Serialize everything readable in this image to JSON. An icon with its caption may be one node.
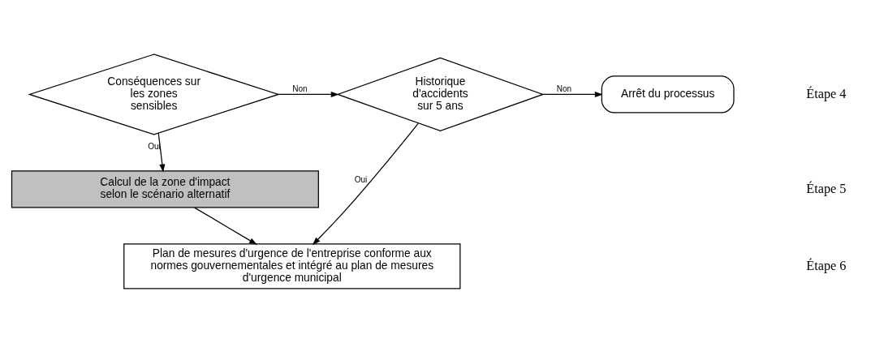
{
  "diagram": {
    "nodes": [
      {
        "text": [
          "Conséquences sur les zones sensibles"
        ]
      },
      {
        "text": [
          "Historique d'accidents sur 5 ans"
        ]
      },
      {
        "text": [
          "Arrêt du processus"
        ]
      },
      {
        "text": [
          "Calcul de la zone d'impact selon le scénario alternatif"
        ]
      },
      {
        "text": [
          "Plan de mesures d'urgence de l'entreprise conforme aux normes gouvernementales et intégré au plan de mesures d'urgence municipal"
        ]
      }
    ],
    "edges": [
      {
        "from": 0,
        "to": 1,
        "arrow": "to",
        "label": "Non"
      },
      {
        "from": 1,
        "to": 2,
        "arrow": "to",
        "label": "Non"
      },
      {
        "from": 0,
        "to": 3,
        "arrow": "to",
        "label": "Oui"
      },
      {
        "from": 3,
        "to": 4,
        "arrow": "to"
      },
      {
        "from": 1,
        "to": 4,
        "arrow": "to",
        "label": "Oui"
      }
    ],
    "labels": [
      "Étape 4",
      "Étape 5",
      "Étape 6"
    ]
  }
}
